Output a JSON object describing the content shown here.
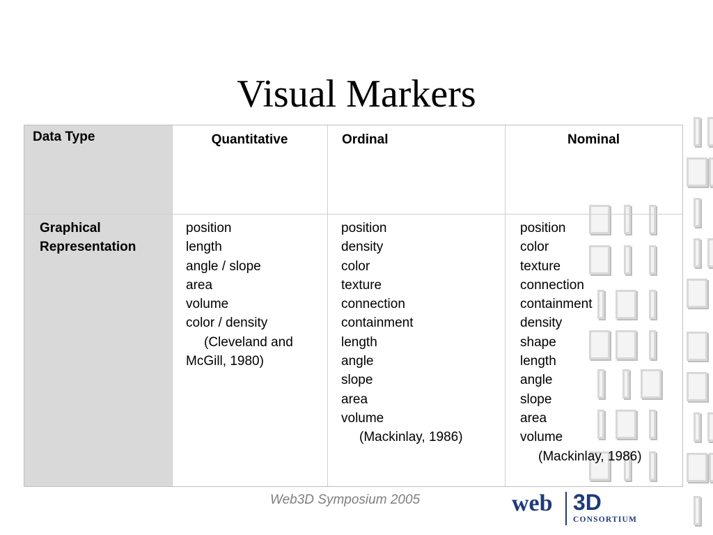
{
  "slide": {
    "title": "Visual Markers",
    "footer": "Web3D Symposium 2005",
    "logo": {
      "web": "web",
      "three_d": "3D",
      "consortium": "CONSORTIUM"
    },
    "colors": {
      "logo_blue": "#1f3a78",
      "header_column_bg": "#d9d9d9",
      "footer_gray": "#7f7f7f",
      "grid_lines": "#cfcfcf"
    }
  },
  "table": {
    "headers": {
      "row_label": "Data Type",
      "quantitative": "Quantitative",
      "ordinal": "Ordinal",
      "nominal": "Nominal"
    },
    "row_label": [
      "Graphical",
      "Representation"
    ],
    "quantitative": {
      "items": [
        "position",
        "length",
        "angle / slope",
        "area",
        "volume",
        "color / density"
      ],
      "citation_line1": "(Cleveland and",
      "citation_line2": "McGill, 1980)"
    },
    "ordinal": {
      "items": [
        "position",
        "density",
        "color",
        "texture",
        "connection",
        "containment",
        "length",
        "angle",
        "slope",
        "area",
        "volume"
      ],
      "citation": "(Mackinlay, 1986)"
    },
    "nominal": {
      "items": [
        "position",
        "color",
        "texture",
        "connection",
        "containment",
        "density",
        "shape",
        "length",
        "angle",
        "slope",
        "area",
        "volume"
      ],
      "citation": "(Mackinlay, 1986)"
    }
  }
}
